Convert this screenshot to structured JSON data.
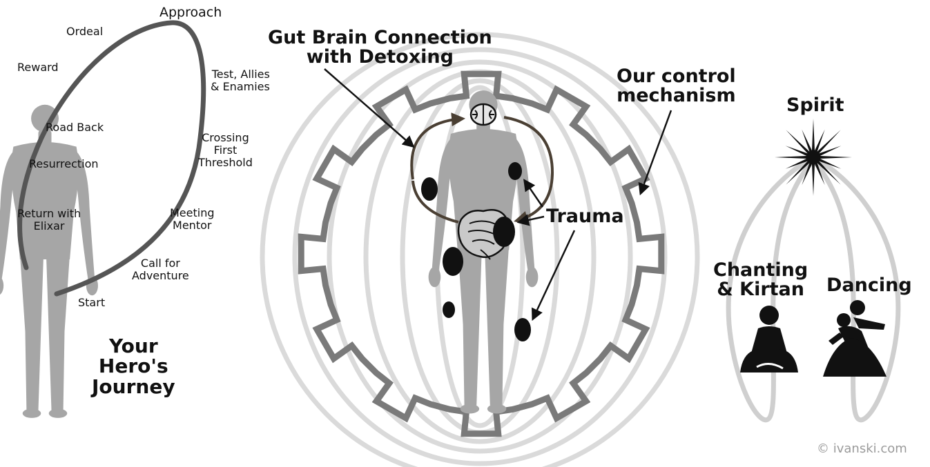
{
  "journey": {
    "stages": {
      "approach": "Approach",
      "ordeal": "Ordeal",
      "reward": "Reward",
      "test_allies": "Test, Allies\n& Enamies",
      "road_back": "Road Back",
      "crossing": "Crossing\nFirst\nThreshold",
      "resurrection": "Resurrection",
      "meeting_mentor": "Meeting\nMentor",
      "return_elixar": "Return with\nElixar",
      "call_adventure": "Call for\nAdventure",
      "start": "Start"
    },
    "title": "Your\nHero's\nJourney"
  },
  "center": {
    "gut_brain": "Gut Brain Connection\nwith Detoxing",
    "control": "Our control\nmechanism",
    "trauma": "Trauma"
  },
  "right": {
    "spirit": "Spirit",
    "chanting": "Chanting\n& Kirtan",
    "dancing": "Dancing"
  },
  "credit": "© ivanski.com",
  "colors": {
    "ring": "#dadada",
    "gear": "#7a7a7a",
    "body": "#a6a6a6",
    "journey_loop": "#555555",
    "dark": "#111111"
  }
}
